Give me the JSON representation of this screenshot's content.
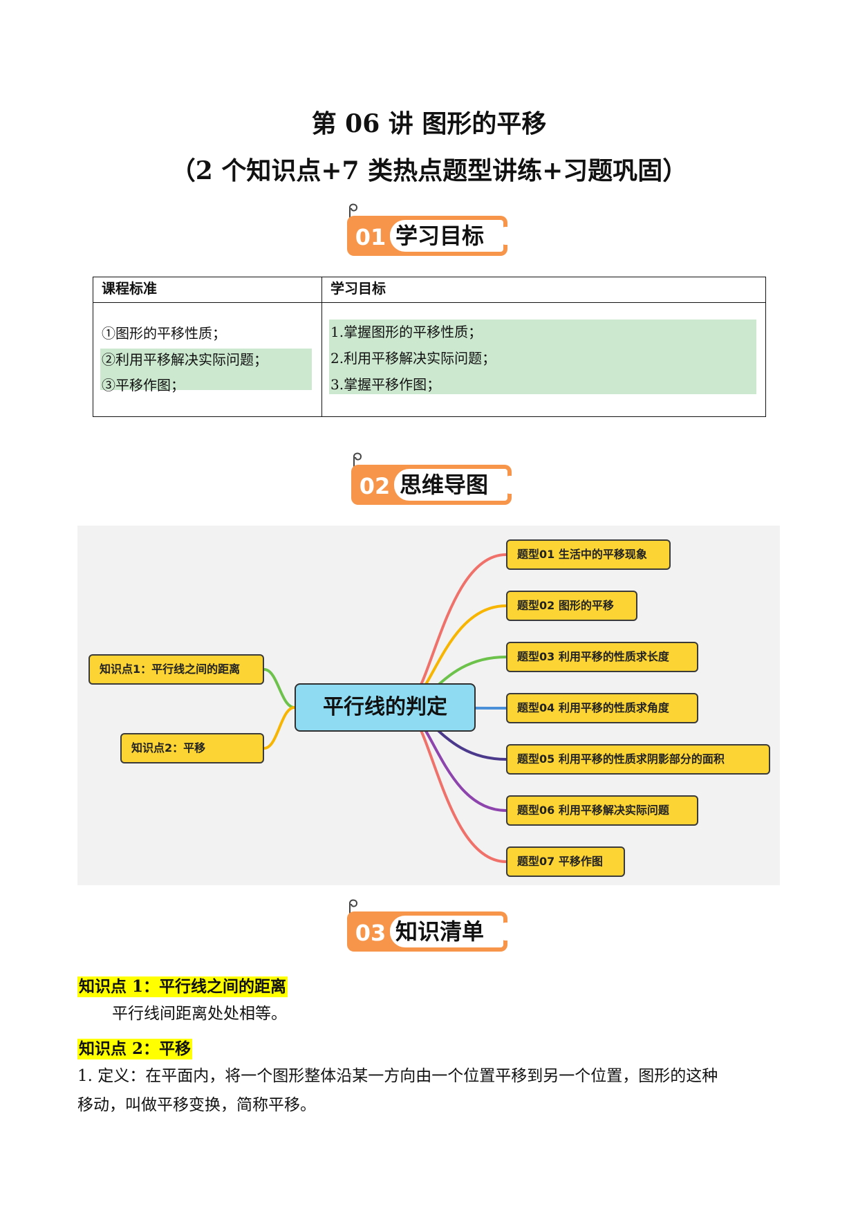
{
  "header": {
    "title_line1": "第 06 讲  图形的平移",
    "title_line2": "（2 个知识点+7 类热点题型讲练+习题巩固）"
  },
  "sections": [
    {
      "num": "01",
      "label": "学习目标"
    },
    {
      "num": "02",
      "label": "思维导图"
    },
    {
      "num": "03",
      "label": "知识清单"
    }
  ],
  "goals_table": {
    "headers": [
      "课程标准",
      "学习目标"
    ],
    "standards": [
      "①图形的平移性质；",
      "②利用平移解决实际问题；",
      "③平移作图；"
    ],
    "objectives": [
      "1.掌握图形的平移性质；",
      "2.利用平移解决实际问题；",
      "3.掌握平移作图；"
    ]
  },
  "mindmap": {
    "center": "平行线的判定",
    "left_nodes": [
      "知识点1：平行线之间的距离",
      "知识点2：平移"
    ],
    "right_nodes": [
      "题型01  生活中的平移现象",
      "题型02  图形的平移",
      "题型03  利用平移的性质求长度",
      "题型04  利用平移的性质求角度",
      "题型05  利用平移的性质求阴影部分的面积",
      "题型06  利用平移解决实际问题",
      "题型07  平移作图"
    ],
    "branch_colors": [
      "#f0706a",
      "#f7b500",
      "#6cc24a",
      "#4a90d9",
      "#4b3a8c",
      "#8e44ad",
      "#f0706a"
    ],
    "left_branch_colors": [
      "#6cc24a",
      "#f7b500"
    ]
  },
  "knowledge": {
    "kp1_title": "知识点 1：平行线之间的距离",
    "kp1_body": "平行线间距离处处相等。",
    "kp2_title": "知识点 2：平移",
    "kp2_body_line1": "1. 定义：在平面内，将一个图形整体沿某一方向由一个位置平移到另一个位置，图形的这种",
    "kp2_body_line2": "移动，叫做平移变换，简称平移。"
  }
}
